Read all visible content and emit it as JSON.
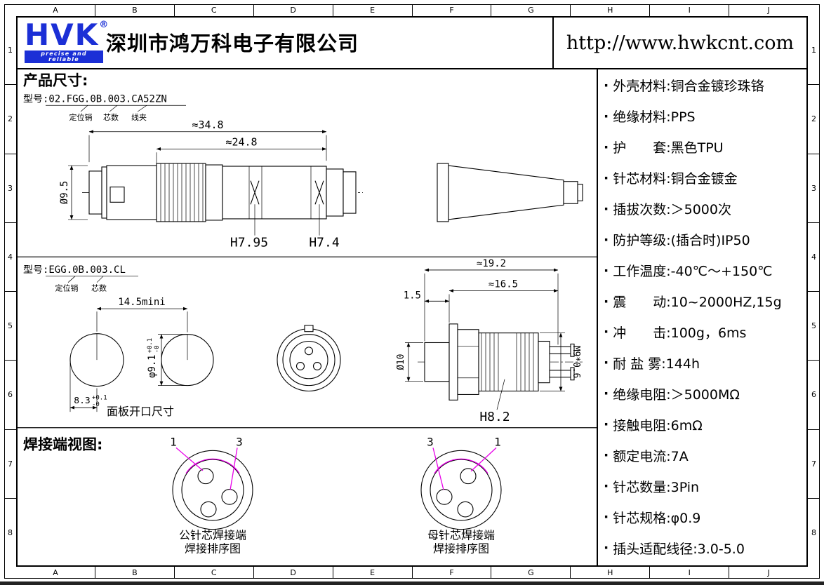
{
  "frame": {
    "cols": [
      "A",
      "B",
      "C",
      "D",
      "E",
      "F",
      "G",
      "H",
      "I",
      "J"
    ],
    "rows": [
      "1",
      "2",
      "3",
      "4",
      "5",
      "6",
      "7",
      "8"
    ]
  },
  "header": {
    "logo": "HVK",
    "reg": "®",
    "tagline": "precise and reliable",
    "company": "深圳市鸿万科电子有限公司",
    "website": "http://www.hwkcnt.com"
  },
  "left": {
    "product_title": "产品尺寸:",
    "solder_title": "焊接端视图:",
    "model1": {
      "label": "型号:02.FGG.0B.003.CA52ZN",
      "tag1": "定位销",
      "tag2": "芯数",
      "tag3": "线夹"
    },
    "model2": {
      "label": "型号:EGG.0B.003.CL",
      "tag1": "定位销",
      "tag2": "芯数"
    }
  },
  "dims": {
    "plug_total": "≈34.8",
    "plug_body": "≈24.8",
    "plug_dia": "Ø9.5",
    "h1": "H7.95",
    "h2": "H7.4",
    "panel_w": "14.5mini",
    "panel_dia": "φ9.1",
    "panel_off": "8.3",
    "tol_up": "+0.1",
    "tol_dn": "-0",
    "panel_caption": "面板开口尺寸",
    "rec_total": "≈19.2",
    "rec_body": "≈16.5",
    "rec_front": "1.5",
    "rec_dia": "Ø10",
    "rec_thread": "M9*0.6",
    "rec_h": "H8.2"
  },
  "solder": {
    "l_pin_a": "1",
    "l_pin_b": "3",
    "r_pin_a": "3",
    "r_pin_b": "1",
    "l_cap1": "公针芯焊接端",
    "l_cap2": "焊接排序图",
    "r_cap1": "母针芯焊接端",
    "r_cap2": "焊接排序图"
  },
  "specs": {
    "bullet": "·",
    "items": [
      "外壳材料:铜合金镀珍珠铬",
      "绝缘材料:PPS",
      "护　　套:黑色TPU",
      "针芯材料:铜合金镀金",
      "插拔次数:＞5000次",
      "防护等级:(插合时)IP50",
      "工作温度:-40℃～+150℃",
      "震　　动:10~2000HZ,15g",
      "冲　　击:100g，6ms",
      "耐 盐 雾:144h",
      "绝缘电阻:＞5000MΩ",
      "接触电阻:6mΩ",
      "额定电流:7A",
      "针芯数量:3Pin",
      "针芯规格:φ0.9",
      "插头适配线径:3.0-5.0"
    ]
  },
  "colors": {
    "accent_blue": "#1b2fd6",
    "magenta": "#e800e8"
  }
}
